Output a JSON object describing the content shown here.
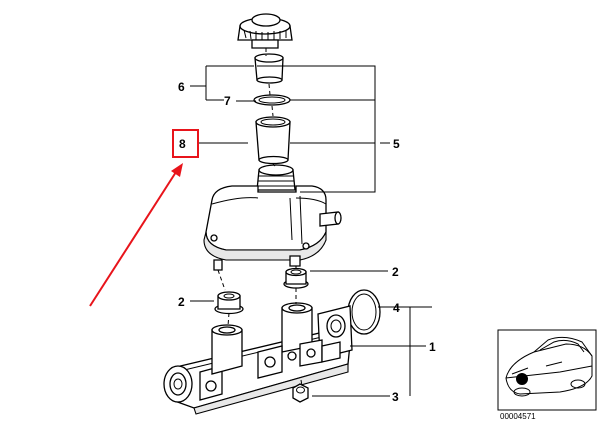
{
  "callouts": [
    {
      "id": "callout-1",
      "label": "1"
    },
    {
      "id": "callout-2-upper",
      "label": "2"
    },
    {
      "id": "callout-2-lower",
      "label": "2"
    },
    {
      "id": "callout-3",
      "label": "3"
    },
    {
      "id": "callout-4",
      "label": "4"
    },
    {
      "id": "callout-5",
      "label": "5"
    },
    {
      "id": "callout-6",
      "label": "6"
    },
    {
      "id": "callout-7",
      "label": "7"
    },
    {
      "id": "callout-8",
      "label": "8"
    }
  ],
  "inset": {
    "reference_number": "00004571"
  },
  "highlight": {
    "color": "#e8141b",
    "target": "8"
  },
  "colors": {
    "line": "#000000",
    "background": "#ffffff",
    "highlight": "#e8141b"
  }
}
